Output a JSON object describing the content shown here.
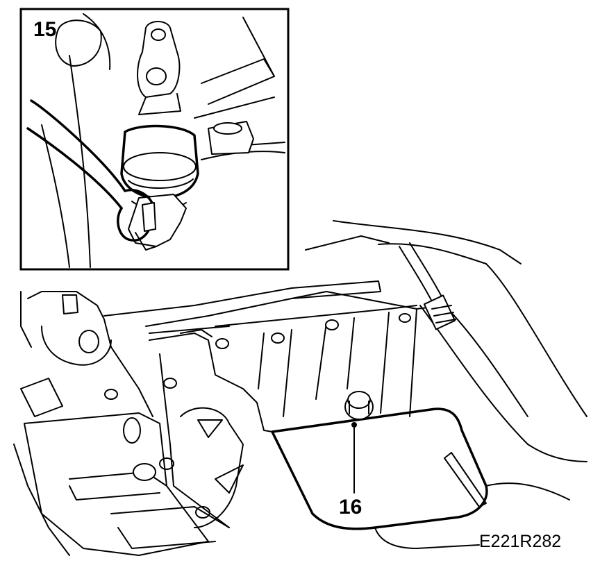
{
  "callouts": {
    "inset_label": "15",
    "bolt_label": "16"
  },
  "figure_code": "E221R282",
  "colors": {
    "ink": "#000000",
    "paper": "#ffffff"
  }
}
